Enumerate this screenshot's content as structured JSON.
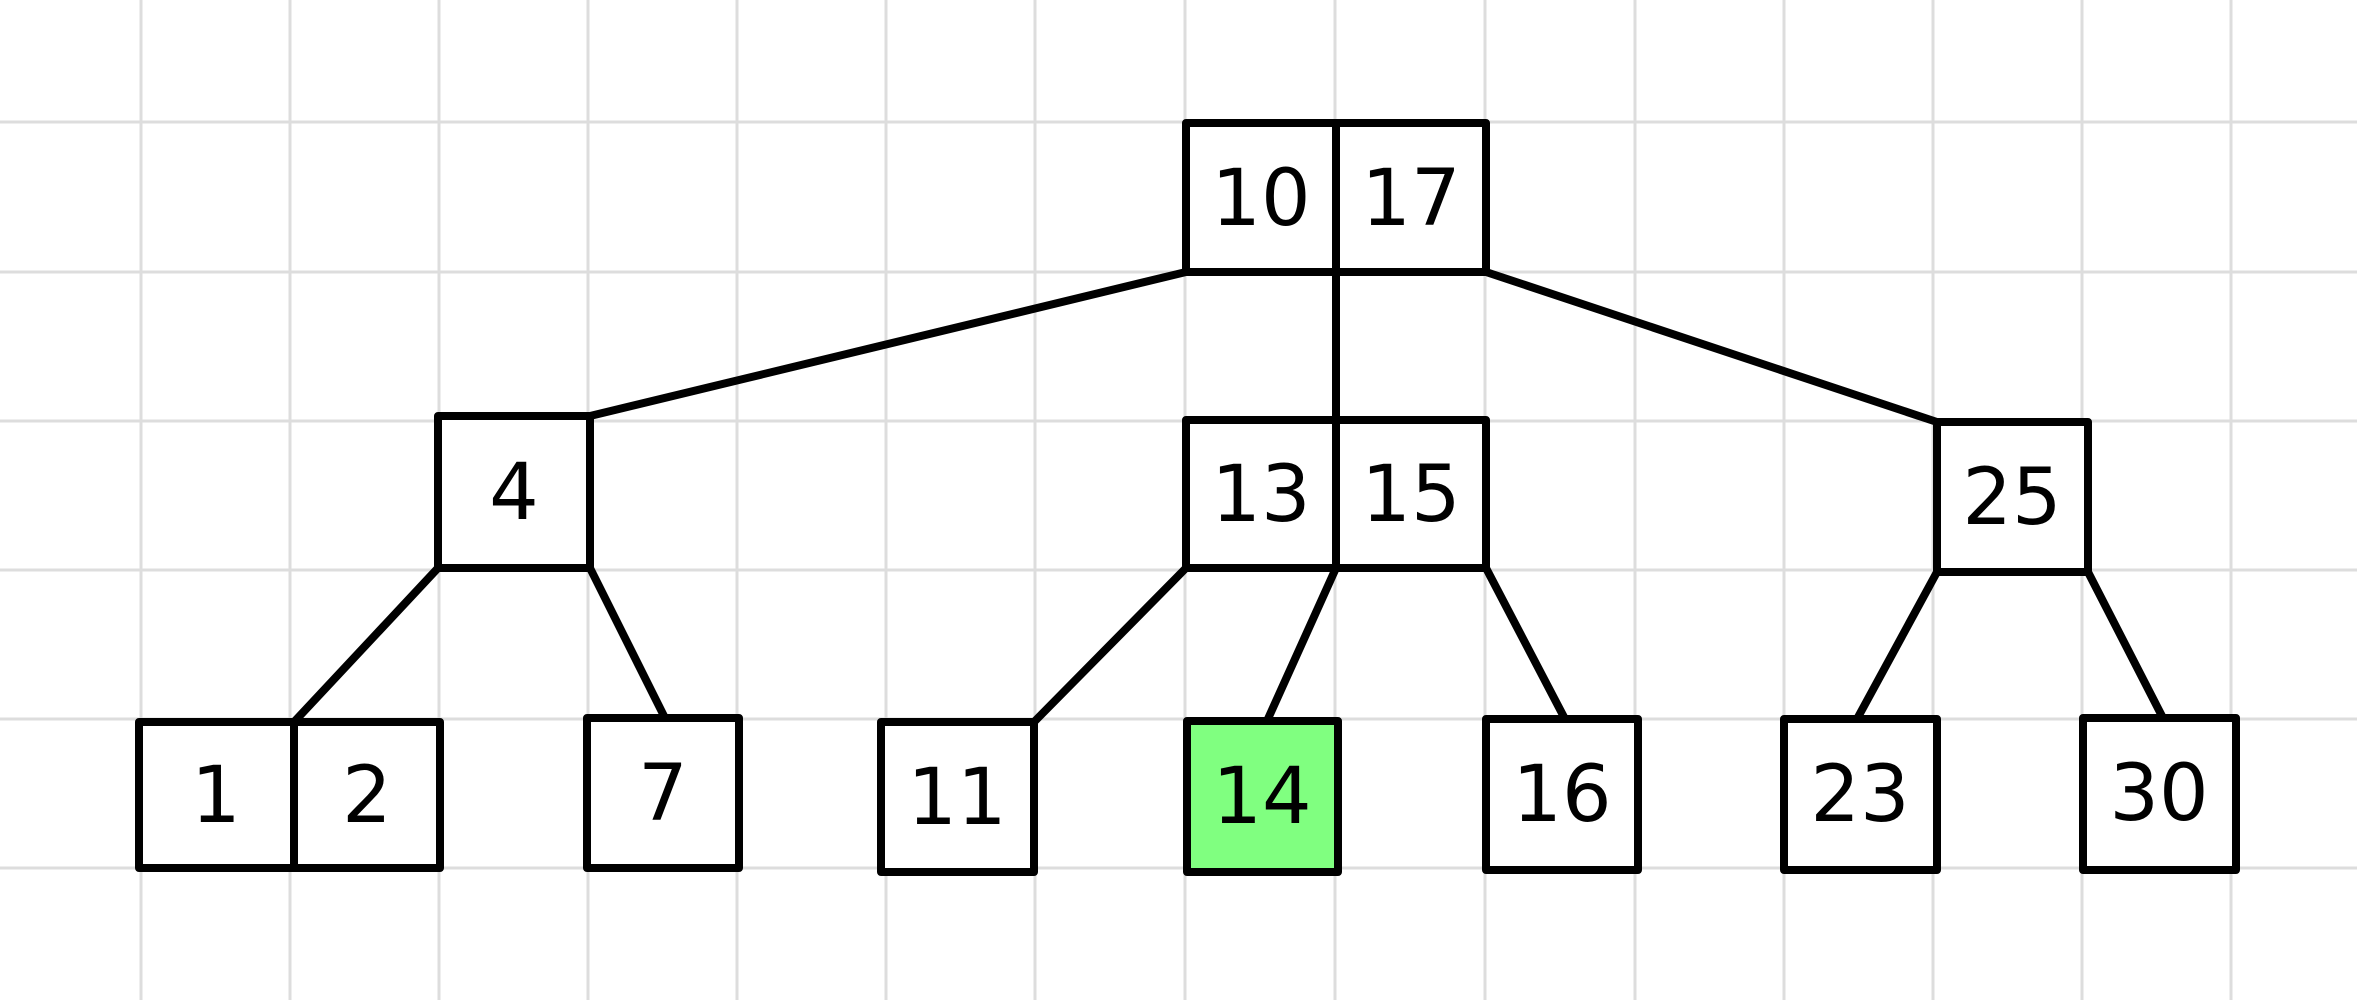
{
  "colors": {
    "background": "#ffffff",
    "grid": "#dddddd",
    "stroke": "#000000",
    "cell_fill": "#ffffff",
    "highlight_fill": "#80ff80"
  },
  "tree": {
    "root": {
      "keys": [
        "10",
        "17"
      ]
    },
    "level1": [
      {
        "keys": [
          "4"
        ]
      },
      {
        "keys": [
          "13",
          "15"
        ]
      },
      {
        "keys": [
          "25"
        ]
      }
    ],
    "leaves": [
      {
        "keys": [
          "1",
          "2"
        ]
      },
      {
        "keys": [
          "7"
        ]
      },
      {
        "keys": [
          "11"
        ]
      },
      {
        "keys": [
          "14"
        ],
        "highlighted": true
      },
      {
        "keys": [
          "16"
        ]
      },
      {
        "keys": [
          "23"
        ]
      },
      {
        "keys": [
          "30"
        ]
      }
    ]
  }
}
